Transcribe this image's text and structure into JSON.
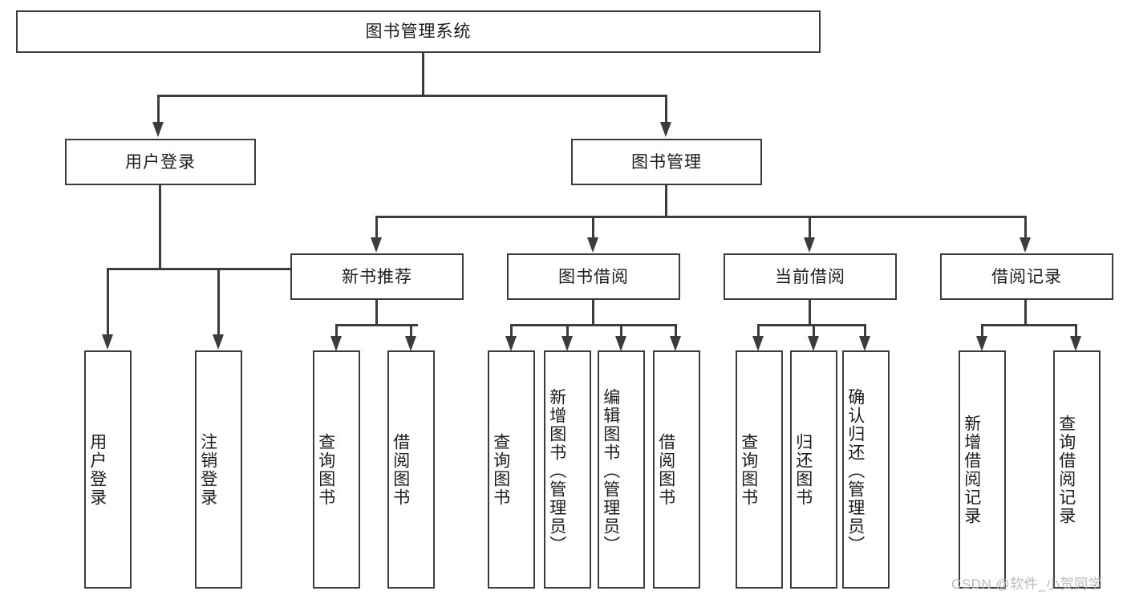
{
  "diagram": {
    "title_node": {
      "label": "图书管理系统"
    },
    "level1": [
      {
        "id": "user-login",
        "label": "用户登录"
      },
      {
        "id": "book-management",
        "label": "图书管理"
      }
    ],
    "level2": [
      {
        "id": "new-book-recommend",
        "label": "新书推荐"
      },
      {
        "id": "book-borrow",
        "label": "图书借阅"
      },
      {
        "id": "current-borrow",
        "label": "当前借阅"
      },
      {
        "id": "borrow-record",
        "label": "借阅记录"
      }
    ],
    "leaves": {
      "user_login": [
        {
          "id": "leaf-user-login",
          "label": "用户登录"
        },
        {
          "id": "leaf-logout-login",
          "label": "注销登录"
        }
      ],
      "new_book_recommend": [
        {
          "id": "leaf-query-book-1",
          "label": "查询图书"
        },
        {
          "id": "leaf-borrow-book-1",
          "label": "借阅图书"
        }
      ],
      "book_borrow": [
        {
          "id": "leaf-query-book-2",
          "label": "查询图书"
        },
        {
          "id": "leaf-add-book",
          "label": "新增图书（管理员）"
        },
        {
          "id": "leaf-edit-book",
          "label": "编辑图书（管理员）"
        },
        {
          "id": "leaf-borrow-book-2",
          "label": "借阅图书"
        }
      ],
      "current_borrow": [
        {
          "id": "leaf-query-book-3",
          "label": "查询图书"
        },
        {
          "id": "leaf-return-book",
          "label": "归还图书"
        },
        {
          "id": "leaf-confirm-return",
          "label": "确认归还（管理员）"
        }
      ],
      "borrow_record": [
        {
          "id": "leaf-add-record",
          "label": "新增借阅记录"
        },
        {
          "id": "leaf-query-record",
          "label": "查询借阅记录"
        }
      ]
    }
  },
  "watermark": {
    "text": "CSDN @软件_小贺同学"
  },
  "colors": {
    "border": "#3c3c3c",
    "fill": "#ffffff",
    "text": "#1c1c1c",
    "watermark": "#b9b9b9"
  }
}
